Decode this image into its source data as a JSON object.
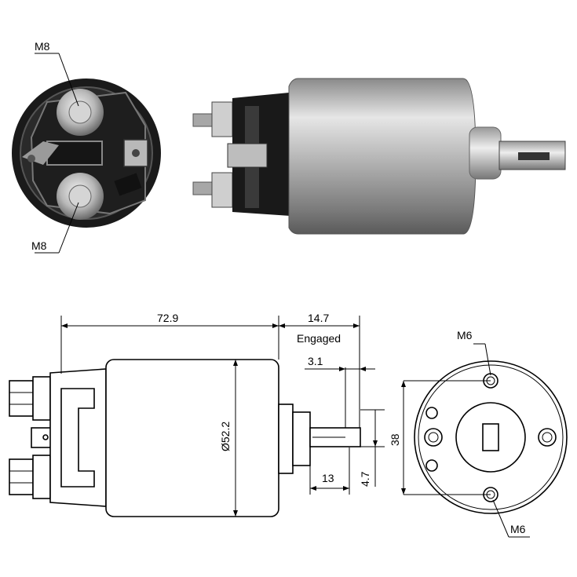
{
  "photo_labels": {
    "top_terminal": "M8",
    "bottom_terminal": "M8"
  },
  "dimensions": {
    "overall_length": "72.9",
    "engaged_travel": "14.7",
    "engaged_label": "Engaged",
    "plunger_offset": "3.1",
    "diameter": "Ø52.2",
    "plunger_length": "13",
    "slot_width": "4.7",
    "bolt_spacing": "38",
    "bolt_top": "M6",
    "bolt_bottom": "M6"
  },
  "colors": {
    "metal_light": "#d8d8d8",
    "metal_dark": "#6a6a6a",
    "cap_black": "#161616",
    "line": "#000000"
  }
}
